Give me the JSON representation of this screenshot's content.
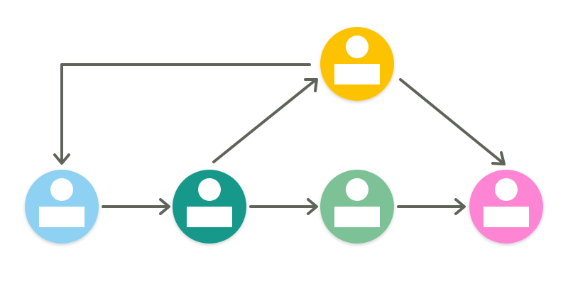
{
  "diagram": {
    "edge_color": "#5f6358",
    "icon_color": "#ffffff",
    "nodes": [
      {
        "id": "light-blue",
        "icon": "user-icon",
        "color": "#8ed1f3"
      },
      {
        "id": "teal",
        "icon": "user-icon",
        "color": "#12998a"
      },
      {
        "id": "light-green",
        "icon": "user-icon",
        "color": "#7dc196"
      },
      {
        "id": "pink",
        "icon": "user-icon",
        "color": "#fe85d3"
      },
      {
        "id": "yellow",
        "icon": "user-icon",
        "color": "#fec301"
      }
    ],
    "edges": [
      {
        "from": "light-blue",
        "to": "teal"
      },
      {
        "from": "teal",
        "to": "light-green"
      },
      {
        "from": "light-green",
        "to": "pink"
      },
      {
        "from": "teal",
        "to": "yellow"
      },
      {
        "from": "yellow",
        "to": "pink"
      },
      {
        "from": "yellow",
        "to": "light-blue",
        "route": "elbow"
      }
    ]
  }
}
